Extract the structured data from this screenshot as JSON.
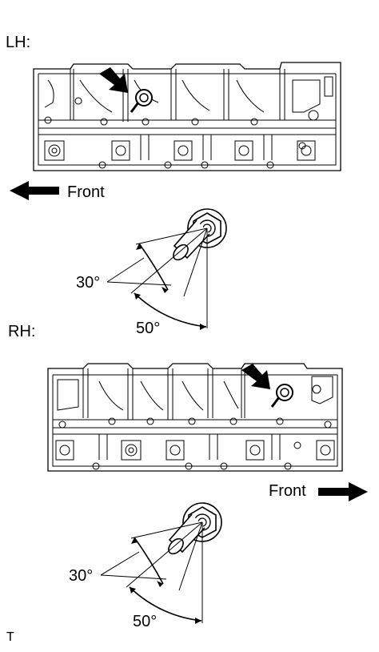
{
  "lh": {
    "label": "LH:",
    "front_label": "Front",
    "angle_small": "30°",
    "angle_large": "50°"
  },
  "rh": {
    "label": "RH:",
    "front_label": "Front",
    "angle_small": "30°",
    "angle_large": "50°"
  },
  "footer_mark": "T",
  "icons": [
    "pointer-arrow-icon",
    "front-arrow-left-icon",
    "front-arrow-right-icon",
    "oil-jet-icon"
  ],
  "colors": {
    "line": "#000000",
    "background": "#ffffff"
  }
}
